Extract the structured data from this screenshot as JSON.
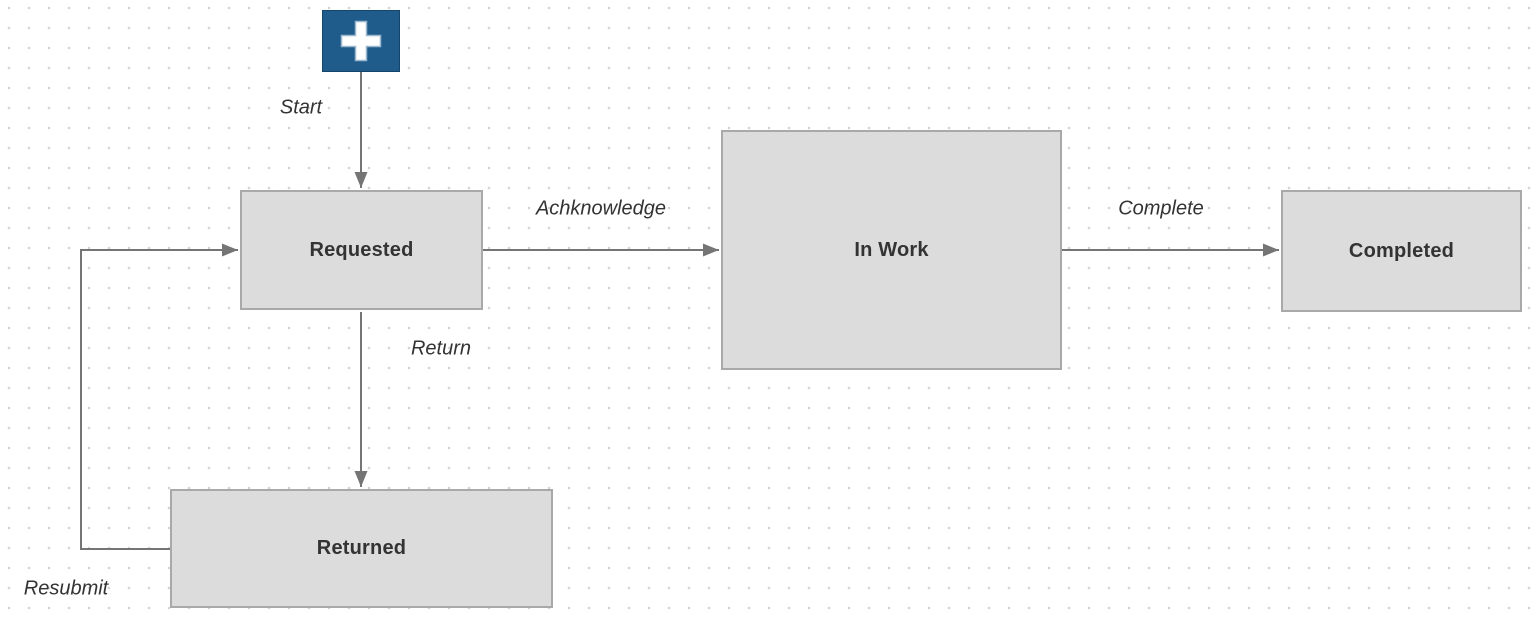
{
  "canvas": {
    "type": "workflow-diagram",
    "background": "#ffffff",
    "grid_dot_color": "#d4d4d4"
  },
  "nodes": {
    "start": {
      "icon": "plus-icon",
      "fill": "#1f5c8c",
      "icon_color": "#ffffff"
    },
    "requested": {
      "label": "Requested"
    },
    "in_work": {
      "label": "In Work"
    },
    "completed": {
      "label": "Completed"
    },
    "returned": {
      "label": "Returned"
    }
  },
  "edges": {
    "start": {
      "label": "Start",
      "from": "start",
      "to": "requested"
    },
    "acknowledge": {
      "label": "Achknowledge",
      "from": "requested",
      "to": "in_work"
    },
    "complete": {
      "label": "Complete",
      "from": "in_work",
      "to": "completed"
    },
    "return": {
      "label": "Return",
      "from": "requested",
      "to": "returned"
    },
    "resubmit": {
      "label": "Resubmit",
      "from": "returned",
      "to": "requested"
    }
  },
  "colors": {
    "node_fill": "#dcdcdc",
    "node_border": "#a9a9a9",
    "node_text": "#333333",
    "edge_stroke": "#757575",
    "edge_label_text": "#333333",
    "start_fill": "#1f5c8c"
  }
}
